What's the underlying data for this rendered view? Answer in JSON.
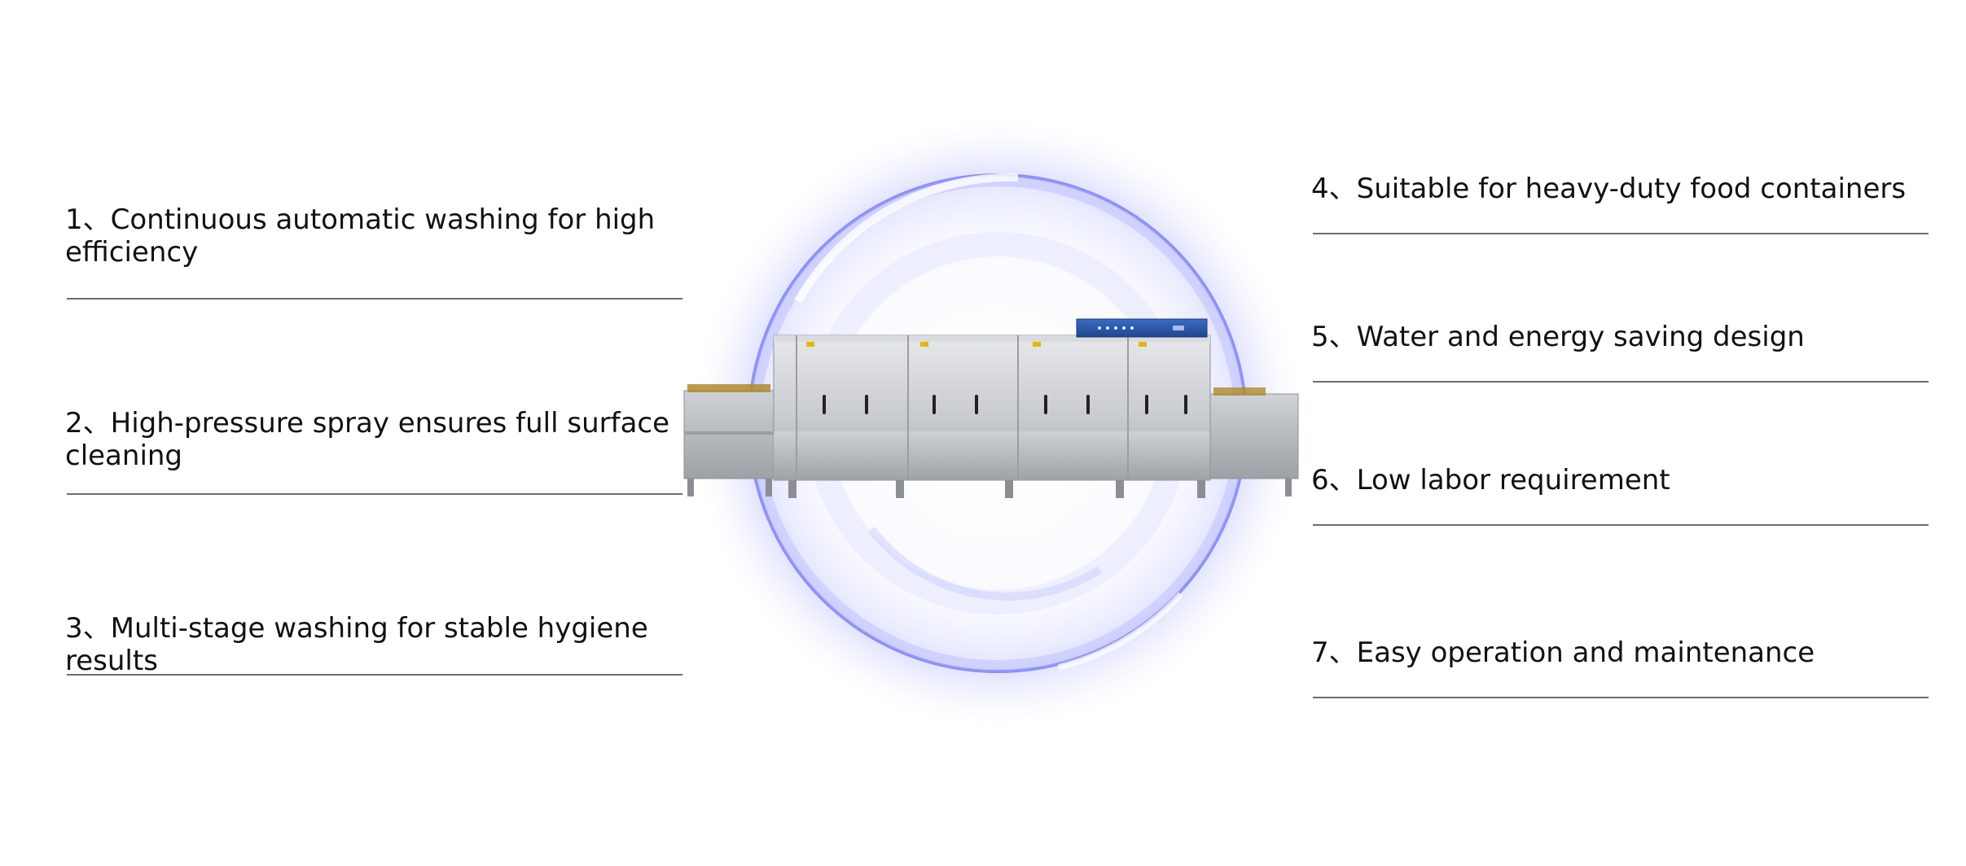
{
  "features_left": [
    {
      "text": "1、Continuous automatic washing for high efficiency"
    },
    {
      "text": "2、High-pressure spray ensures full surface cleaning"
    },
    {
      "text": "3、Multi-stage washing for stable hygiene results"
    }
  ],
  "features_right": [
    {
      "text": "4、Suitable for heavy-duty food containers"
    },
    {
      "text": "5、Water and energy saving design"
    },
    {
      "text": "6、Low labor requirement"
    },
    {
      "text": "7、Easy operation and maintenance"
    }
  ],
  "colors": {
    "rule": "#6e6e6e",
    "glow": "#6a6cf0",
    "control_panel": "#2a56a8",
    "machine_steel": "#cfd2d5"
  },
  "icons": [
    "dishwasher-machine-image",
    "blue-glow-ring"
  ]
}
